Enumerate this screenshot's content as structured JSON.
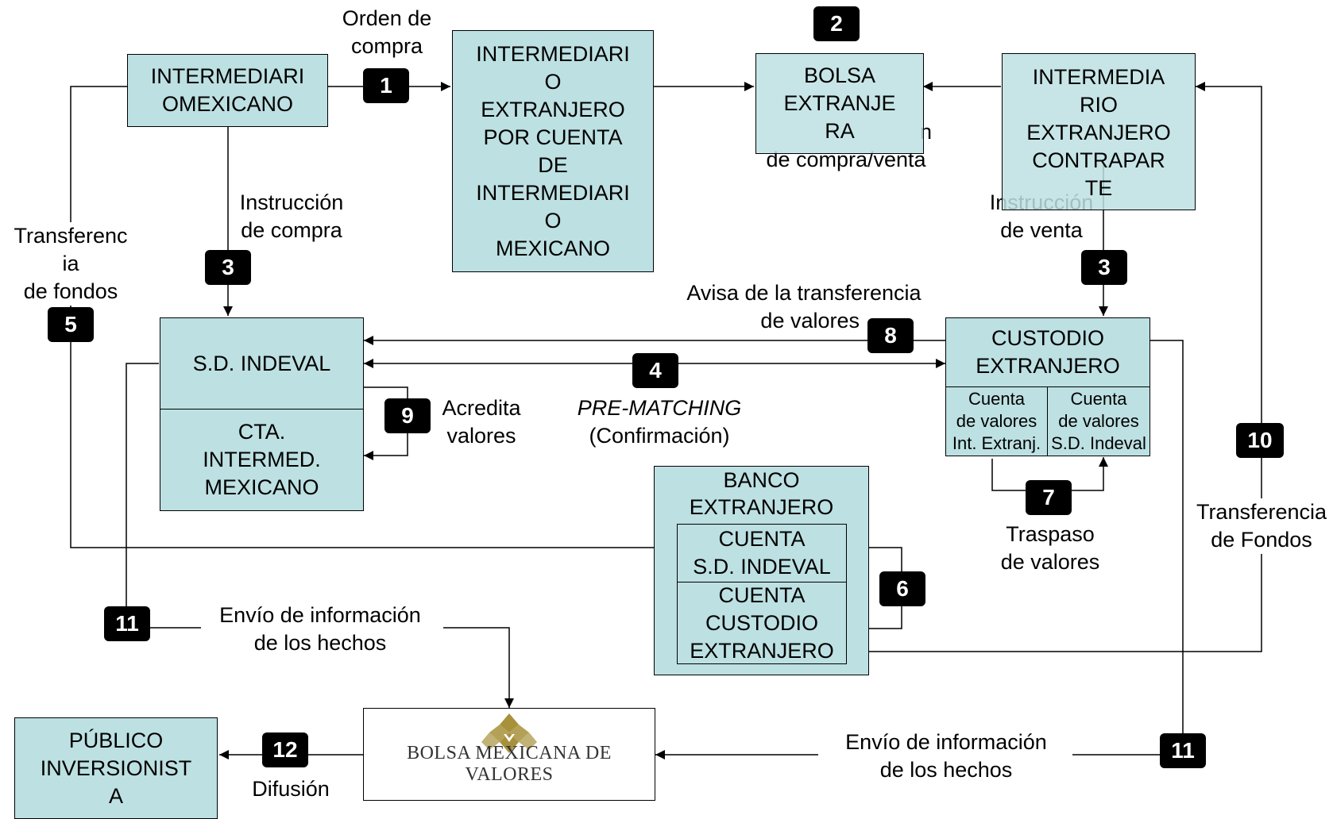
{
  "nodes": {
    "intermediario_mexicano": [
      "INTERMEDIARI",
      "OMEXICANO"
    ],
    "intermediario_extranjero_por_cuenta": [
      "INTERMEDIARI",
      "O",
      "EXTRANJERO",
      "POR CUENTA",
      "DE",
      "INTERMEDIARI",
      "O",
      "MEXICANO"
    ],
    "bolsa_extranjera": [
      "BOLSA",
      "EXTRANJE",
      "RA"
    ],
    "intermediario_contraparte": [
      "INTERMEDIA",
      "RIO",
      "EXTRANJERO",
      "CONTRAPAR",
      "TE"
    ],
    "sd_indeval": "S.D. INDEVAL",
    "cta_intermed_mexicano": [
      "CTA.",
      "INTERMED.",
      "MEXICANO"
    ],
    "custodio_extranjero": [
      "CUSTODIO",
      "EXTRANJERO"
    ],
    "cuenta_valores_int_extranj": [
      "Cuenta",
      "de valores",
      "Int. Extranj."
    ],
    "cuenta_valores_sd_indeval": [
      "Cuenta",
      "de valores",
      "S.D. Indeval"
    ],
    "banco_extranjero": [
      "BANCO",
      "EXTRANJERO"
    ],
    "cuenta_sd_indeval": [
      "CUENTA",
      "S.D. INDEVAL"
    ],
    "cuenta_custodio_extranjero": [
      "CUENTA",
      "CUSTODIO",
      "EXTRANJERO"
    ],
    "publico_inversionista": [
      "PÚBLICO",
      "INVERSIONIST",
      "A"
    ],
    "bolsa_mexicana": "BOLSA MEXICANA DE VALORES"
  },
  "labels": {
    "orden_compra": [
      "Orden de",
      "compra"
    ],
    "ejecucion_compra_venta": [
      "n",
      "de compra/venta"
    ],
    "instruccion_compra": [
      "Instrucción",
      "de compra"
    ],
    "instruccion_venta": [
      "Instrucción",
      "de venta"
    ],
    "transferencia_fondos_left": [
      "Transferenc",
      "ia",
      "de fondos"
    ],
    "avisa_transferencia": [
      "Avisa de la transferencia",
      "de valores"
    ],
    "pre_matching": [
      "PRE-MATCHING",
      "(Confirmación)"
    ],
    "acredita_valores": [
      "Acredita",
      "valores"
    ],
    "traspaso_valores": [
      "Traspaso",
      "de valores"
    ],
    "transferencia_fondos_right": [
      "Transferencia",
      "de Fondos"
    ],
    "envio_info_left": [
      "Envío de información",
      "de los hechos"
    ],
    "envio_info_right": [
      "Envío de información",
      "de los hechos"
    ],
    "difusion": "Difusión"
  },
  "badges": {
    "b1": "1",
    "b2": "2",
    "b3a": "3",
    "b3b": "3",
    "b4": "4",
    "b5": "5",
    "b6": "6",
    "b7": "7",
    "b8": "8",
    "b9": "9",
    "b10": "10",
    "b11a": "11",
    "b11b": "11",
    "b12": "12"
  },
  "colors": {
    "box_fill": "#bde0e2",
    "badge_fill": "#000000",
    "logo_gold": "#a7913b"
  }
}
